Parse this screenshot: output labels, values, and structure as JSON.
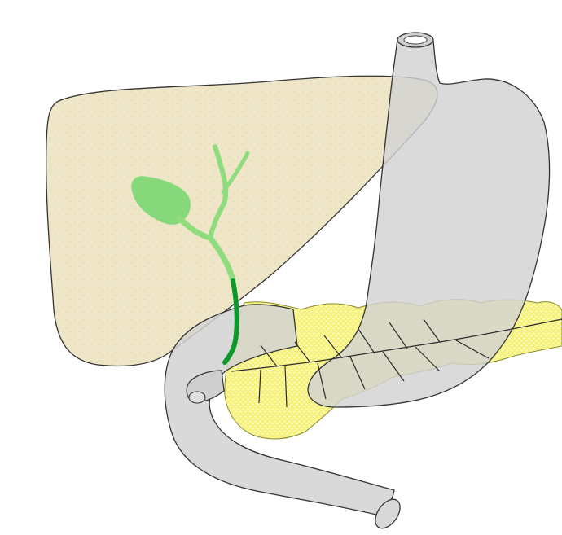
{
  "figure": {
    "structures": [
      {
        "id": "liver",
        "color": "#efe6c8"
      },
      {
        "id": "gallbladder",
        "color": "#86d97a"
      },
      {
        "id": "biliary-ducts",
        "color": "#8fdc7f"
      },
      {
        "id": "common-bile-duct",
        "color": "#0b9a2a"
      },
      {
        "id": "stomach",
        "color": "#d4d4d4"
      },
      {
        "id": "duodenum",
        "color": "#d4d4d4"
      },
      {
        "id": "pancreas",
        "color": "#f4f06a"
      },
      {
        "id": "pancreatic-duct",
        "color": "#222222"
      }
    ],
    "outline_color": "#333333",
    "background": "#ffffff"
  }
}
